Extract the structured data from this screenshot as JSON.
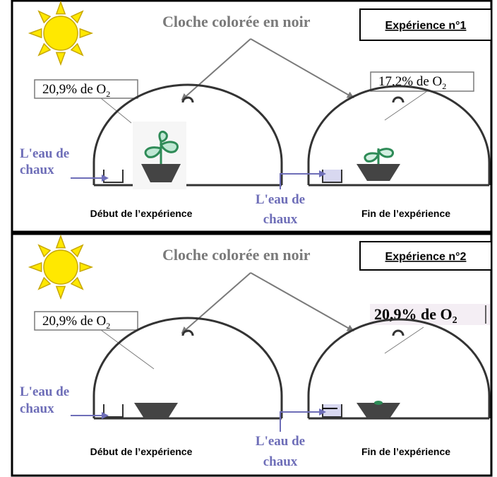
{
  "panels": [
    {
      "bell_label": "Cloche colorée en noir",
      "experiment": "Expérience n°1",
      "left_o2": "20,9% de O",
      "right_o2": "17,2% de O",
      "o2_subscript": "2",
      "limewater_left": [
        "L'eau de",
        "chaux"
      ],
      "limewater_center": [
        "L'eau de",
        "chaux"
      ],
      "caption_start": "Début de l’expérience",
      "caption_end": "Fin de l’expérience",
      "left_has_plant": true,
      "right_has_plant": true
    },
    {
      "bell_label": "Cloche colorée en noir",
      "experiment": "Expérience n°2",
      "left_o2": "20,9% de O",
      "right_o2": "20,9% de O",
      "o2_subscript": "2",
      "limewater_left": [
        "L'eau de",
        "chaux"
      ],
      "limewater_center": [
        "L'eau de",
        "chaux"
      ],
      "caption_start": "Début de l’expérience",
      "caption_end": "Fin de l’expérience",
      "left_has_plant": false,
      "right_has_plant": false
    }
  ],
  "colors": {
    "sun_fill": "#FFE800",
    "sun_stroke": "#C8A800",
    "bell_label": "#7A7A7A",
    "limewater_text": "#6E6EB8",
    "arrow": "#7A7A7A",
    "panel_border": "#000000",
    "plant": "#2E8B57"
  }
}
